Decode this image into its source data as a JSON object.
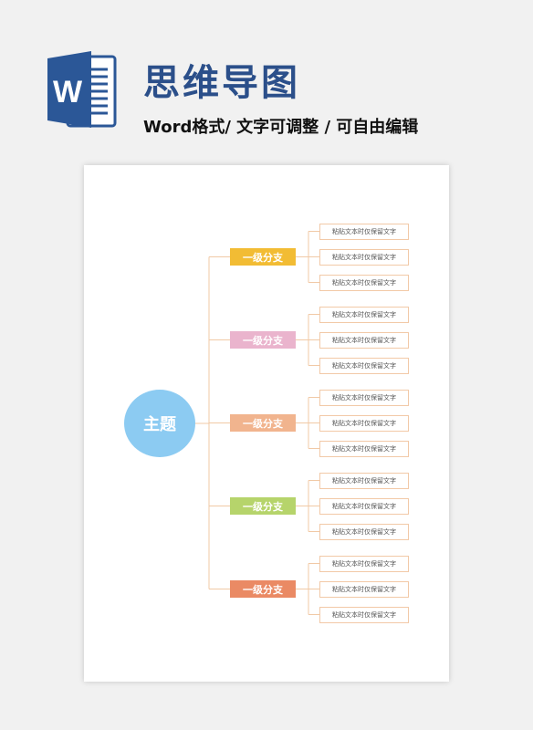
{
  "header": {
    "title": "思维导图",
    "subtitle": "Word格式/ 文字可调整 / 可自由编辑",
    "logo_letter": "W",
    "logo_icon": "word-doc-icon"
  },
  "mindmap": {
    "main_topic": "主题",
    "branches": [
      {
        "label": "一级分支",
        "color": "#f2bc34",
        "leaves": [
          "粘贴文本时仅保留文字",
          "粘贴文本时仅保留文字",
          "粘贴文本时仅保留文字"
        ]
      },
      {
        "label": "一级分支",
        "color": "#eab4cd",
        "leaves": [
          "粘贴文本时仅保留文字",
          "粘贴文本时仅保留文字",
          "粘贴文本时仅保留文字"
        ]
      },
      {
        "label": "一级分支",
        "color": "#f1b48e",
        "leaves": [
          "粘贴文本时仅保留文字",
          "粘贴文本时仅保留文字",
          "粘贴文本时仅保留文字"
        ]
      },
      {
        "label": "一级分支",
        "color": "#b6d46b",
        "leaves": [
          "粘贴文本时仅保留文字",
          "粘贴文本时仅保留文字",
          "粘贴文本时仅保留文字"
        ]
      },
      {
        "label": "一级分支",
        "color": "#ea8a64",
        "leaves": [
          "粘贴文本时仅保留文字",
          "粘贴文本时仅保留文字",
          "粘贴文本时仅保留文字"
        ]
      }
    ]
  },
  "colors": {
    "title": "#2b4f8a",
    "main_node": "#8ccbf2",
    "leaf_border": "#f2c9a7",
    "connector": "#f1c9a6"
  }
}
